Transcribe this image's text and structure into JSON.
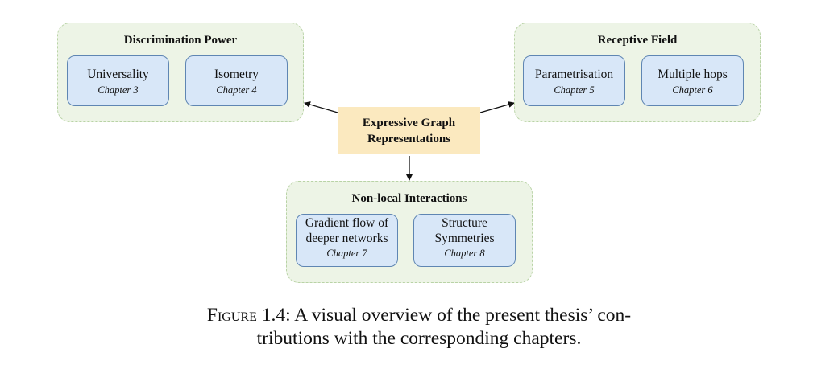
{
  "center": {
    "line1": "Expressive Graph",
    "line2": "Representations"
  },
  "groups": {
    "discrimination": {
      "title": "Discrimination Power",
      "boxes": [
        {
          "label": "Universality",
          "chapter": "Chapter 3"
        },
        {
          "label": "Isometry",
          "chapter": "Chapter 4"
        }
      ]
    },
    "receptive": {
      "title": "Receptive Field",
      "boxes": [
        {
          "label": "Parametrisation",
          "chapter": "Chapter 5"
        },
        {
          "label": "Multiple hops",
          "chapter": "Chapter 6"
        }
      ]
    },
    "nonlocal": {
      "title": "Non-local Interactions",
      "boxes": [
        {
          "line1": "Gradient flow of",
          "line2": "deeper networks",
          "chapter": "Chapter 7"
        },
        {
          "line1": "Structure",
          "line2": "Symmetries",
          "chapter": "Chapter 8"
        }
      ]
    }
  },
  "caption": {
    "prefix": "Figure",
    "number": "1.4:",
    "line1": "A visual overview of the present thesis’ con-",
    "line2": "tributions with the corresponding chapters."
  }
}
